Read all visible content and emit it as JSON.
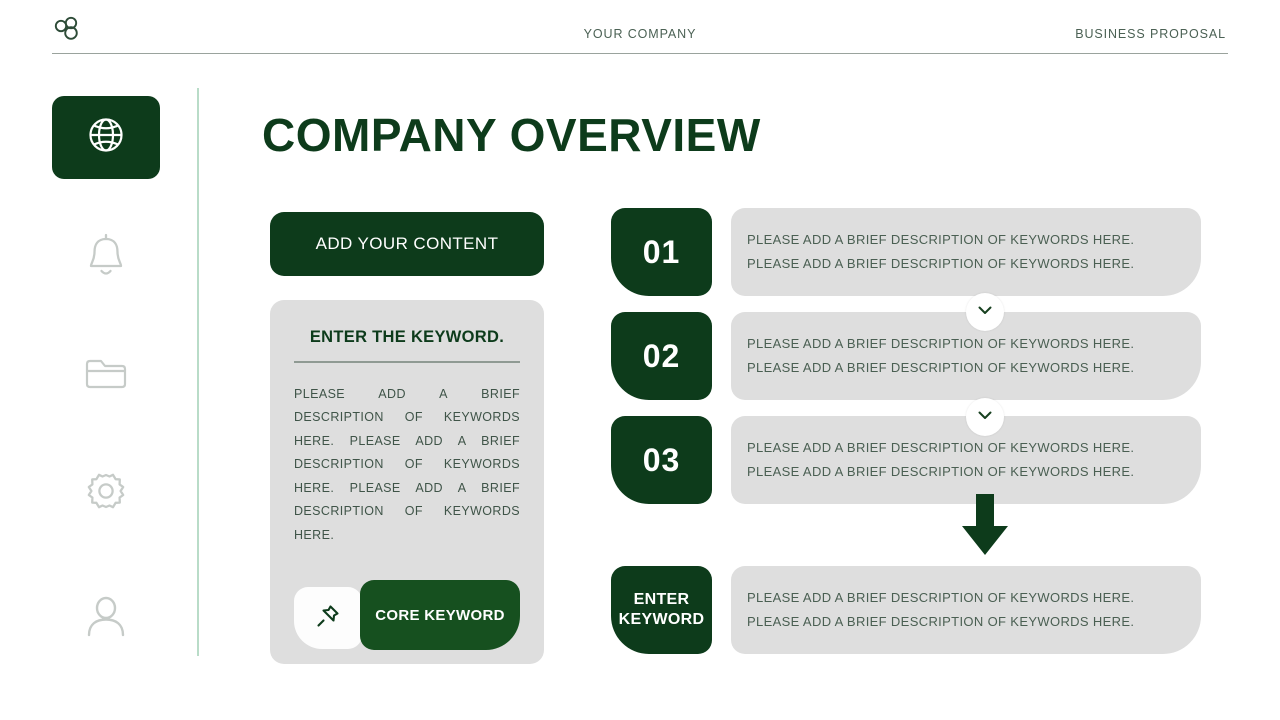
{
  "header": {
    "logo_icon": "three-circles-logo-icon",
    "company": "YOUR COMPANY",
    "document_type": "BUSINESS PROPOSAL"
  },
  "sidebar": {
    "items": [
      {
        "icon": "globe-icon",
        "name": "globe",
        "active": true
      },
      {
        "icon": "bell-icon",
        "name": "bell",
        "active": false
      },
      {
        "icon": "folder-icon",
        "name": "folder",
        "active": false
      },
      {
        "icon": "gear-icon",
        "name": "gear",
        "active": false
      },
      {
        "icon": "user-icon",
        "name": "user",
        "active": false
      }
    ]
  },
  "main": {
    "title": "COMPANY OVERVIEW"
  },
  "left_panel": {
    "add_content_label": "ADD YOUR CONTENT",
    "card_title": "ENTER THE KEYWORD.",
    "card_body": "PLEASE ADD A BRIEF DESCRIPTION OF KEYWORDS HERE. PLEASE ADD A BRIEF DESCRIPTION OF KEYWORDS HERE. PLEASE ADD A BRIEF DESCRIPTION OF KEYWORDS HERE.",
    "pin_icon": "pushpin-icon",
    "core_keyword_label": "CORE KEYWORD"
  },
  "steps": [
    {
      "badge": "01",
      "line1": "PLEASE ADD A BRIEF DESCRIPTION OF KEYWORDS HERE.",
      "line2": "PLEASE ADD A BRIEF DESCRIPTION OF KEYWORDS HERE."
    },
    {
      "badge": "02",
      "line1": "PLEASE ADD A BRIEF DESCRIPTION OF KEYWORDS HERE.",
      "line2": "PLEASE ADD A BRIEF DESCRIPTION OF KEYWORDS HERE."
    },
    {
      "badge": "03",
      "line1": "PLEASE ADD A BRIEF DESCRIPTION OF KEYWORDS HERE.",
      "line2": "PLEASE ADD A BRIEF DESCRIPTION OF KEYWORDS HERE."
    },
    {
      "badge": "ENTER KEYWORD",
      "line1": "PLEASE ADD A BRIEF DESCRIPTION OF KEYWORDS HERE.",
      "line2": "PLEASE ADD A BRIEF DESCRIPTION OF KEYWORDS HERE."
    }
  ],
  "connectors": {
    "chevron_icon": "chevron-down-icon",
    "arrow_icon": "arrow-down-icon"
  },
  "colors": {
    "brand_dark_green": "#0d3b1b",
    "button_green": "#16501f",
    "card_grey": "#dedede",
    "divider_mint": "#b9dcc8",
    "muted_text": "#4a5f52"
  }
}
